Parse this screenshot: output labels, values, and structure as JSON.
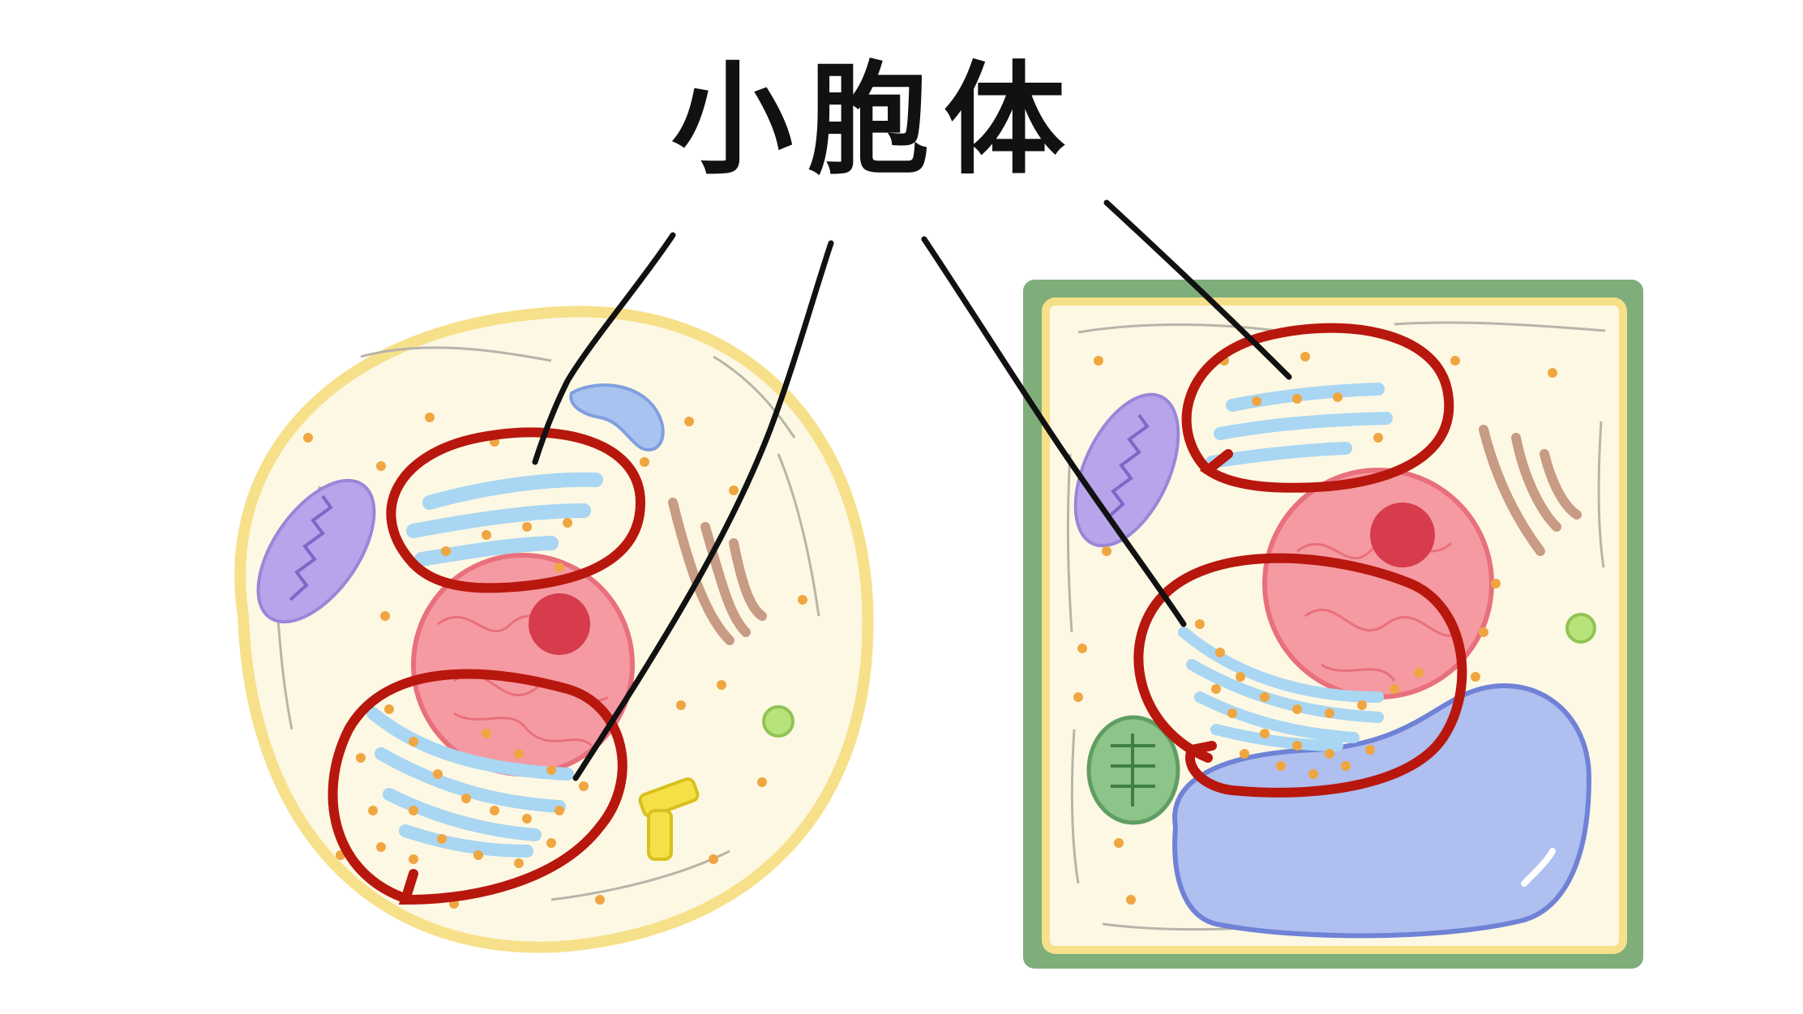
{
  "title": "小胞体",
  "colors": {
    "cell_membrane": "#f7e08a",
    "cytoplasm": "#fdf8e4",
    "cell_wall": "#7fae7a",
    "nucleus": "#f0808a",
    "nucleolus": "#d63c4c",
    "er": "#a9d6f2",
    "ribosome": "#f0a640",
    "mitochondria": "#b7a4ea",
    "golgi": "#c89b84",
    "vacuole": "#aebff0",
    "chloroplast": "#5f9e63",
    "highlight": "#b8170e",
    "pointer": "#111111"
  },
  "cells": [
    {
      "label": "animal-cell"
    },
    {
      "label": "plant-cell"
    }
  ]
}
